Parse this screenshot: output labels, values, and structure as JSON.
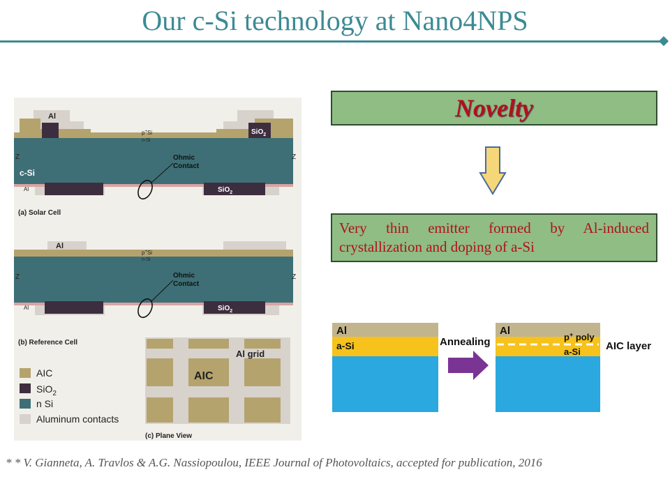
{
  "slide": {
    "title": "Our c-Si technology at Nano4NPS",
    "footnote": "* * V. Gianneta, A. Travlos & A.G. Nassiopoulou, IEEE Journal of Photovoltaics, accepted for publication, 2016"
  },
  "novelty": {
    "heading": "Novelty",
    "description": "Very thin emitter formed by Al-induced crystallization and doping of a-Si"
  },
  "cell_figure": {
    "solar": {
      "al_top": "Al",
      "sio2_top": "SiO",
      "sio2_sub": "2",
      "p_si": "p",
      "p_sup": "+",
      "p_si_rest": "Si",
      "n_si": "n-Si",
      "csi": "c-Si",
      "ohmic_line1": "Ohmic",
      "ohmic_line2": "Contact",
      "al_bottom": "Al",
      "sio2_bottom": "SiO",
      "sio2_bottom_sub": "2",
      "z": "Z",
      "caption": "(a) Solar Cell"
    },
    "reference": {
      "al_top": "Al",
      "p_si": "p",
      "p_sup": "+",
      "p_si_rest": "Si",
      "n_si": "n-Si",
      "ohmic_line1": "Ohmic",
      "ohmic_line2": "Contact",
      "al_bottom": "Al",
      "sio2_bottom": "SiO",
      "sio2_bottom_sub": "2",
      "z": "Z",
      "caption": "(b) Reference Cell"
    },
    "legend": [
      {
        "label": "AIC",
        "color": "#b5a36e"
      },
      {
        "label": "SiO",
        "sub": "2",
        "color": "#3d2e3f"
      },
      {
        "label": "n Si",
        "color": "#3e6f76"
      },
      {
        "label": "Aluminum contacts",
        "color": "#d8d2cc"
      }
    ],
    "plane_view": {
      "aic_label": "AIC",
      "grid_label": "Al grid",
      "caption": "(c) Plane View"
    }
  },
  "aic_process": {
    "before_al": "Al",
    "before_asi": "a-Si",
    "annealing": "Annealing",
    "after_al": "Al",
    "after_ppoly": "p",
    "after_ppoly_sup": "+",
    "after_ppoly_rest": " poly",
    "after_asi": "a-Si",
    "aic_layer": "AIC layer",
    "colors": {
      "al": "#c2b58d",
      "asi": "#f6c21b",
      "substrate": "#2aa8df",
      "arrow": "#7a3494"
    }
  },
  "colors": {
    "title": "#3c8a93",
    "novelty_fill": "#8fbd84",
    "novelty_text": "#b0111b",
    "arrow_fill": "#f5d77a"
  }
}
